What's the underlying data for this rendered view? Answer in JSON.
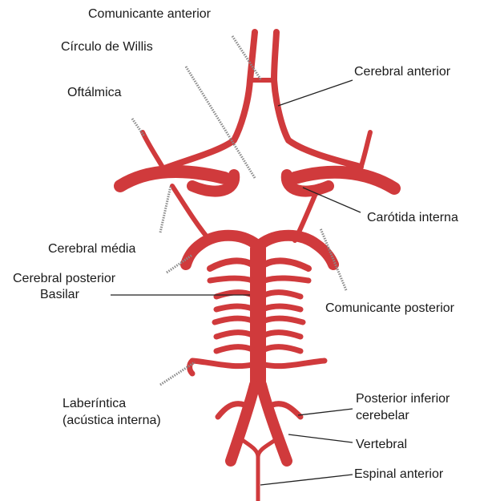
{
  "labels": {
    "comunicante_anterior": "Comunicante anterior",
    "circulo_de_willis": "Círculo de Willis",
    "oftalmica": "Oftálmica",
    "cerebral_anterior": "Cerebral anterior",
    "carotida_interna": "Carótida interna",
    "cerebral_media": "Cerebral média",
    "cerebral_posterior": "Cerebral posterior",
    "basilar": "Basilar",
    "comunicante_posterior": "Comunicante posterior",
    "laberintica": "Laberíntica\n(acústica interna)",
    "posterior_inferior_cerebelar": "Posterior inferior\ncerebelar",
    "vertebral": "Vertebral",
    "espinal_anterior": "Espinal anterior"
  },
  "colors": {
    "artery": "#d03a3c",
    "artery_highlight": "#e8686a",
    "text": "#1a1a1a",
    "leader": "#222222"
  }
}
